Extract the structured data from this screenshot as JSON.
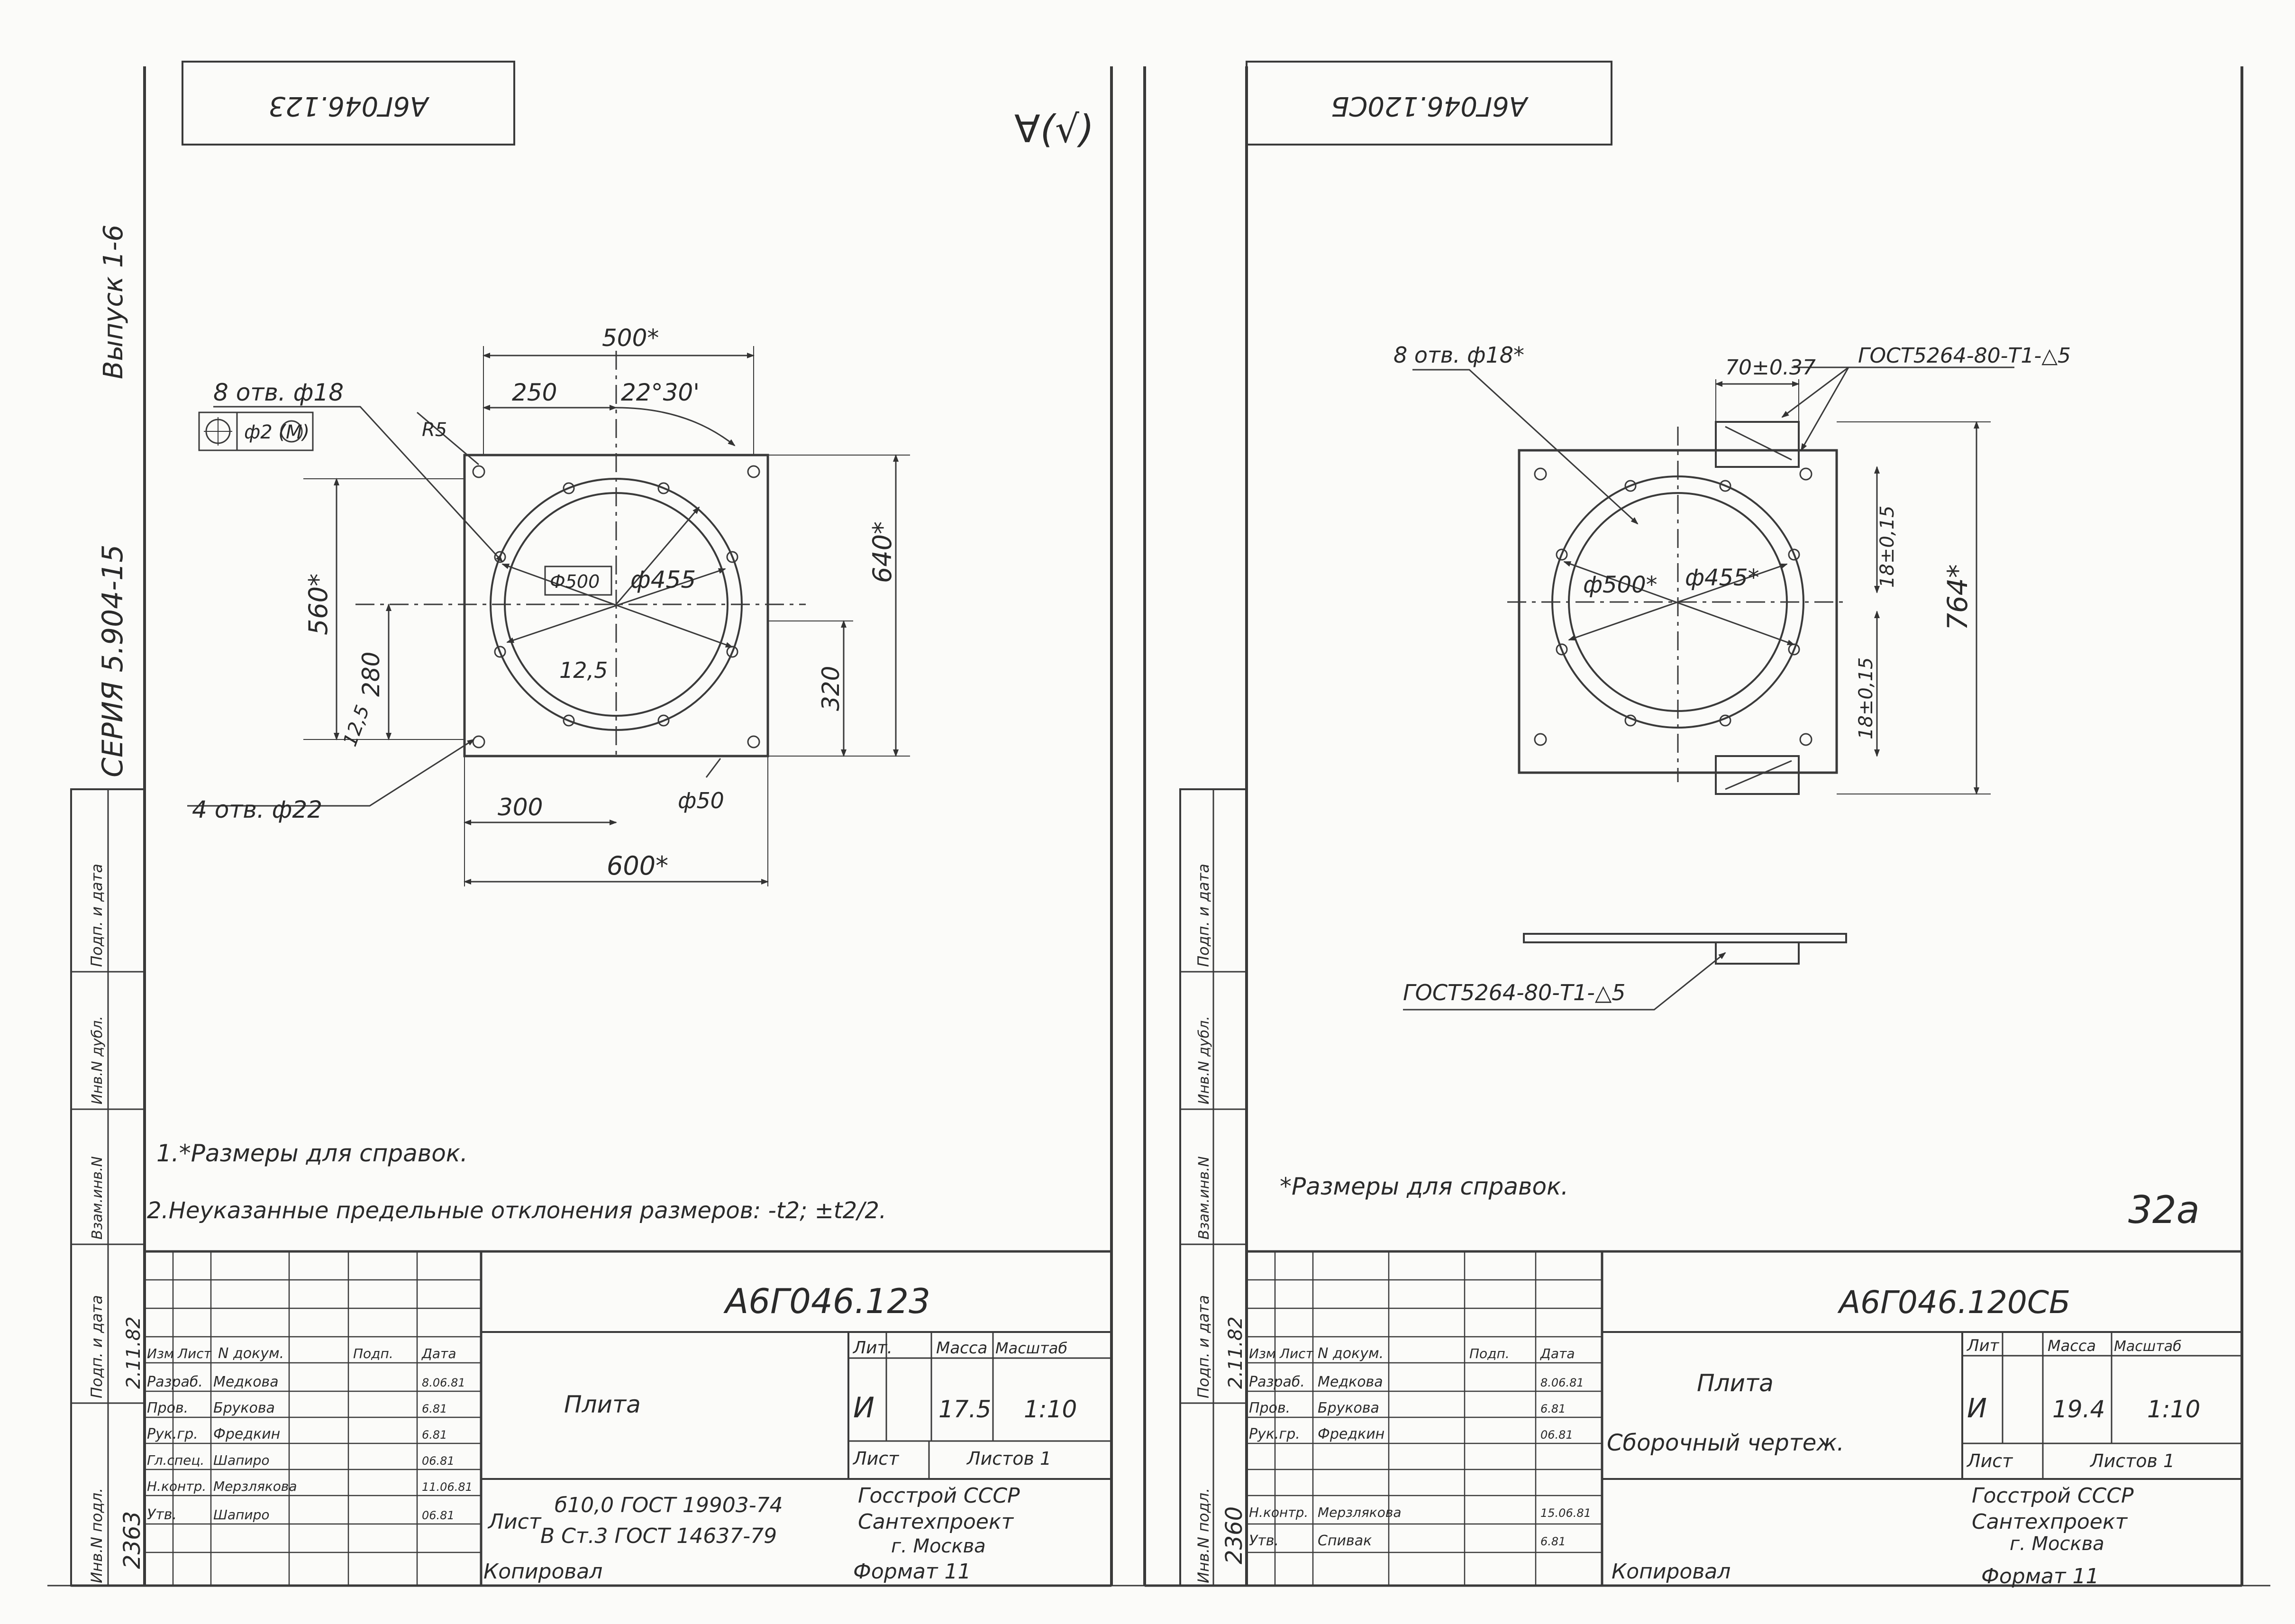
{
  "left_sheet": {
    "stamp_code": "А6Г046.123",
    "series_label": "СЕРИЯ 5.904-15",
    "issue_label": "Выпуск 1-6",
    "roughness_mark": "∀(√)",
    "dims": {
      "d500": "500*",
      "d250": "250",
      "angle": "22°30'",
      "holes8": "8 отв. ф18",
      "tol": "ф2 (M)",
      "r5": "R5",
      "phi500": "Ф500",
      "phi455": "ф455",
      "d125a": "12,5",
      "d125b": "12,5",
      "d560": "560*",
      "d280": "280",
      "d640": "640*",
      "d320": "320",
      "holes4": "4 отв. ф22",
      "d300": "300",
      "d600": "600*",
      "o50": "ф50"
    },
    "notes": [
      "1.*Размеры для справок.",
      "2.Неуказанные предельные отклонения размеров: -t2; ±t2/2."
    ],
    "title_block": {
      "designation": "А6Г046.123",
      "name": "Плита",
      "headers": [
        "Изм",
        "Лист",
        "N докум.",
        "Подп.",
        "Дата"
      ],
      "roles": [
        "Разраб.",
        "Пров.",
        "Рук.гр.",
        "Гл.спец.",
        "Н.контр.",
        "Утв."
      ],
      "persons": [
        "Медкова",
        "Брукова",
        "Фредкин",
        "Шапиро",
        "Мерзлякова",
        "Шапиро"
      ],
      "dates": [
        "8.06.81",
        "6.81",
        "6.81",
        "06.81",
        "11.06.81",
        "06.81"
      ],
      "lit_header": "Лит.",
      "mass_header": "Масса",
      "scale_header": "Масштаб",
      "lit": "И",
      "mass": "17.5",
      "scale": "1:10",
      "sheet_label": "Лист",
      "sheets_label": "Листов 1",
      "material_prefix": "Лист",
      "material_line1": "б10,0 ГОСТ 19903-74",
      "material_line2": "В Ст.3 ГОСТ 14637-79",
      "org1": "Госстрой СССР",
      "org2": "Сантехпроект",
      "org3": "г. Москва",
      "inv_no": "2363",
      "sign_date": "2.11.82"
    },
    "copied": "Копировал",
    "format": "Формат 11",
    "side_columns": [
      "Инв.N подл.",
      "Подп. и дата",
      "Взам.инв.N",
      "Инв.N дубл.",
      "Подп. и дата"
    ]
  },
  "right_sheet": {
    "stamp_code": "А6Г046.120СБ",
    "dims": {
      "holes8": "8 отв. ф18*",
      "d70": "70±0.37",
      "weld_top": "ГОСТ5264-80-Т1-△5",
      "phi500": "ф500*",
      "phi455": "ф455*",
      "d18a": "18±0,15",
      "d18b": "18±0,15",
      "d764": "764*",
      "weld_bottom": "ГОСТ5264-80-Т1-△5"
    },
    "note": "*Размеры для справок.",
    "page_number": "32а",
    "title_block": {
      "designation": "А6Г046.120СБ",
      "name_line1": "Плита",
      "name_line2": "Сборочный чертеж.",
      "headers": [
        "Изм",
        "Лист",
        "N докум.",
        "Подп.",
        "Дата"
      ],
      "roles": [
        "Разраб.",
        "Пров.",
        "Рук.гр.",
        "Н.контр.",
        "Утв."
      ],
      "persons": [
        "Медкова",
        "Брукова",
        "Фредкин",
        "Мерзлякова",
        "Спивак"
      ],
      "dates": [
        "8.06.81",
        "6.81",
        "06.81",
        "15.06.81",
        "6.81"
      ],
      "lit_header": "Лит",
      "mass_header": "Масса",
      "scale_header": "Масштаб",
      "lit": "И",
      "mass": "19.4",
      "scale": "1:10",
      "sheet_label": "Лист",
      "sheets_label": "Листов 1",
      "org1": "Госстрой СССР",
      "org2": "Сантехпроект",
      "org3": "г. Москва",
      "inv_no": "2360",
      "sign_date": "2.11.82"
    },
    "copied": "Копировал",
    "format": "Формат 11",
    "side_columns": [
      "Инв.N подл.",
      "Подп. и дата",
      "Взам.инв.N",
      "Инв.N дубл.",
      "Подп. и дата"
    ]
  }
}
